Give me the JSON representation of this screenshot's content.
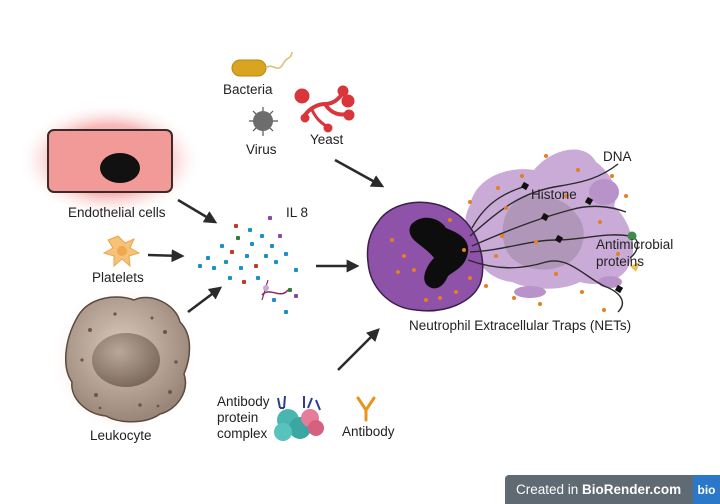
{
  "labels": {
    "bacteria": "Bacteria",
    "virus": "Virus",
    "yeast": "Yeast",
    "endothelial": "Endothelial cells",
    "platelets": "Platelets",
    "leukocyte": "Leukocyte",
    "il8": "IL 8",
    "antibody_complex_line1": "Antibody",
    "antibody_complex_line2": "protein",
    "antibody_complex_line3": "complex",
    "antibody": "Antibody",
    "dna": "DNA",
    "histone": "Histone",
    "antimicrobial_line1": "Antimicrobial",
    "antimicrobial_line2": "proteins",
    "nets": "Neutrophil Extracellular Traps (NETs)"
  },
  "watermark": {
    "prefix": "Created in ",
    "brand": "BioRender.com",
    "logo": "bio"
  },
  "colors": {
    "neutrophil": "#8e52a8",
    "net_cloud": "#c7a7d6",
    "endothelial": "#f19c9c",
    "platelet": "#f6c27a",
    "leukocyte": "#a89384",
    "bacteria": "#d9a520",
    "yeast": "#d8363a",
    "virus": "#6d6d6d",
    "antibody": "#e8951f",
    "granule": "#e67e22"
  }
}
